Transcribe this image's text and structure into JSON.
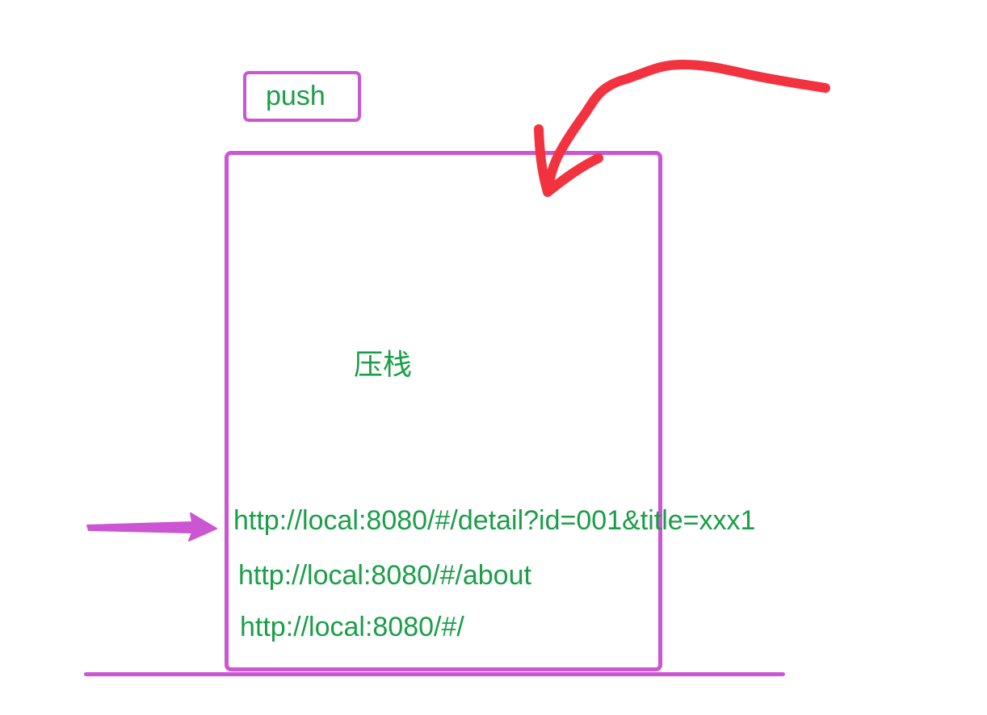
{
  "push_label": "push",
  "stack_label": "压栈",
  "history_urls": [
    "http://local:8080/#/detail?id=001&title=xxx1",
    "http://local:8080/#/about",
    "http://local:8080/#/"
  ],
  "colors": {
    "outline": "#cc55d4",
    "text": "#1a9e48",
    "annotation_arrow": "#f2333f",
    "pointer_arrow": "#cc55d4"
  }
}
